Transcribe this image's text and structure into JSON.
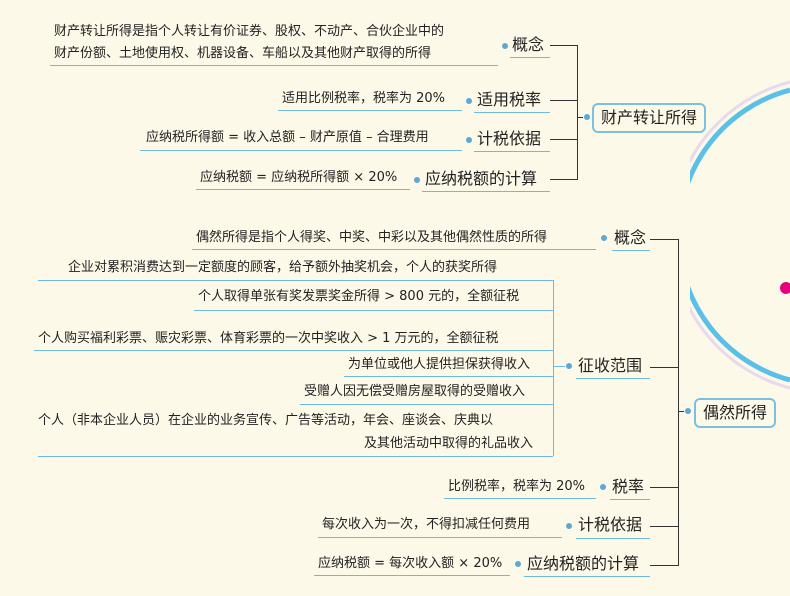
{
  "top": {
    "hub": "财产转让所得",
    "concept": {
      "label": "概念",
      "text": [
        "财产转让所得是指个人转让有价证券、股权、不动产、合伙企业中的",
        "财产份额、土地使用权、机器设备、车船以及其他财产取得的所得"
      ]
    },
    "rate": {
      "label": "适用税率",
      "text": "适用比例税率，税率为 20%"
    },
    "basis": {
      "label": "计税依据",
      "text": "应纳税所得额 = 收入总额 – 财产原值 – 合理费用"
    },
    "calc": {
      "label": "应纳税额的计算",
      "text": "应纳税额 = 应纳税所得额 × 20%"
    }
  },
  "bottom": {
    "hub": "偶然所得",
    "concept": {
      "label": "概念",
      "text": "偶然所得是指个人得奖、中奖、中彩以及其他偶然性质的所得"
    },
    "scope": {
      "label": "征收范围",
      "items": [
        "企业对累积消费达到一定额度的顾客，给予额外抽奖机会，个人的获奖所得",
        "个人取得单张有奖发票奖金所得 > 800 元的，全额征税",
        "个人购买福利彩票、赈灾彩票、体育彩票的一次中奖收入 > 1 万元的，全额征税",
        "为单位或他人提供担保获得收入",
        "受赠人因无偿受赠房屋取得的受赠收入",
        "个人（非本企业人员）在企业的业务宣传、广告等活动，年会、座谈会、庆典以",
        "及其他活动中取得的礼品收入"
      ]
    },
    "rate": {
      "label": "税率",
      "text": "比例税率，税率为 20%"
    },
    "basis": {
      "label": "计税依据",
      "text": "每次收入为一次，不得扣减任何费用"
    },
    "calc": {
      "label": "应纳税额的计算",
      "text": "应纳税额 = 每次收入额 × 20%"
    }
  },
  "colors": {
    "background": "#fdf9e8",
    "accent_line": "#6fb9dc",
    "dot": "#5aa9d6",
    "connector": "#333333"
  }
}
